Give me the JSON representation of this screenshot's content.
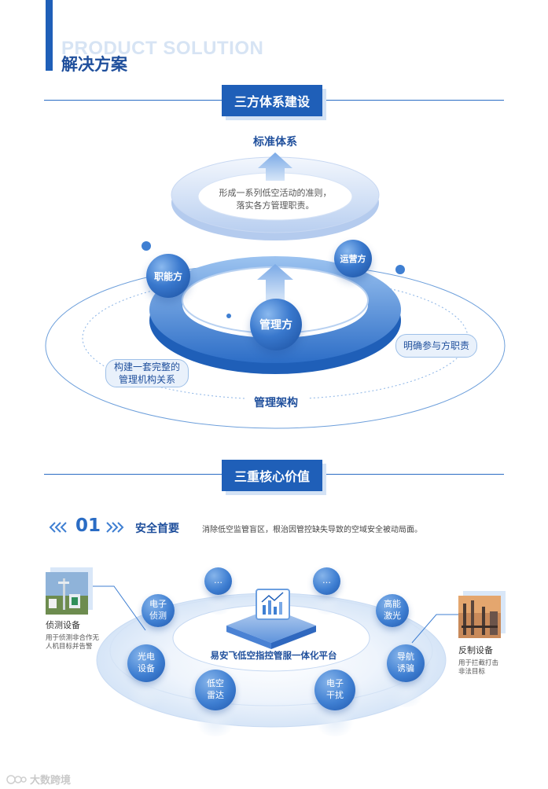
{
  "header": {
    "ghost_title": "PRODUCT SOLUTION",
    "title": "解决方案"
  },
  "section1": {
    "label": "三方体系建设",
    "top_title": "标准体系",
    "top_ring_text_1": "形成一系列低空活动的准则，",
    "top_ring_text_2": "落实各方管理职责。",
    "sphere_left": "职能方",
    "sphere_right": "运营方",
    "sphere_center": "管理方",
    "pill_right": "明确参与方职责",
    "pill_left_1": "构建一套完整的",
    "pill_left_2": "管理机构关系",
    "bottom_title": "管理架构"
  },
  "section2": {
    "label": "三重核心价值",
    "item_number": "01",
    "item_title": "安全首要",
    "item_desc": "消除低空监管盲区，根治因管控缺失导致的空域安全被动局面。",
    "platform_name": "易安飞低空指控管服一体化平台",
    "detect": {
      "title": "侦测设备",
      "desc_1": "用于侦测非合作无",
      "desc_2": "人机目标并告警"
    },
    "counter": {
      "title": "反制设备",
      "desc_1": "用于拦截打击",
      "desc_2": "非法目标"
    },
    "pods": [
      {
        "line1": "…",
        "line2": ""
      },
      {
        "line1": "…",
        "line2": ""
      },
      {
        "line1": "电子",
        "line2": "侦测"
      },
      {
        "line1": "高能",
        "line2": "激光"
      },
      {
        "line1": "光电",
        "line2": "设备"
      },
      {
        "line1": "导航",
        "line2": "诱骗"
      },
      {
        "line1": "低空",
        "line2": "雷达"
      },
      {
        "line1": "电子",
        "line2": "干扰"
      }
    ]
  },
  "watermark": "大数跨境",
  "colors": {
    "accent": "#1f5fb8",
    "title_blue": "#1f4f9c",
    "light_blue": "#d3e2f5"
  }
}
